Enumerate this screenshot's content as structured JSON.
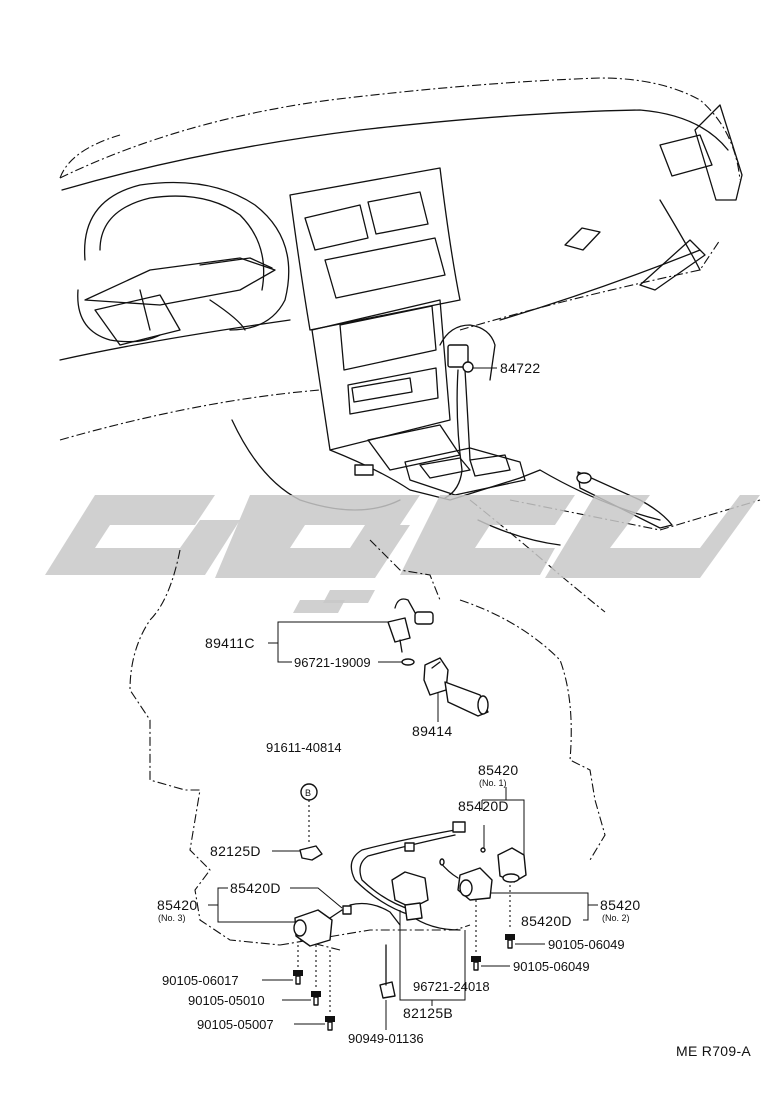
{
  "labels": {
    "p84722": "84722",
    "p89411c": "89411C",
    "p96721_19009": "96721-19009",
    "p89414": "89414",
    "p91611_40814": "91611-40814",
    "marker_b": "B",
    "p82125d": "82125D",
    "p85420_no3": "85420",
    "no3": "(No. 3)",
    "p85420d_left": "85420D",
    "p85420_no1": "85420",
    "no1": "(No. 1)",
    "p85420d_top": "85420D",
    "p85420_no2": "85420",
    "no2": "(No. 2)",
    "p85420d_right": "85420D",
    "p90105_06049_a": "90105-06049",
    "p90105_06049_b": "90105-06049",
    "p90105_06017": "90105-06017",
    "p90105_05010": "90105-05010",
    "p90105_05007": "90105-05007",
    "p96721_24018": "96721-24018",
    "p82125b": "82125B",
    "p90949_01136": "90949-01136",
    "ref": "ME  R709-A"
  }
}
